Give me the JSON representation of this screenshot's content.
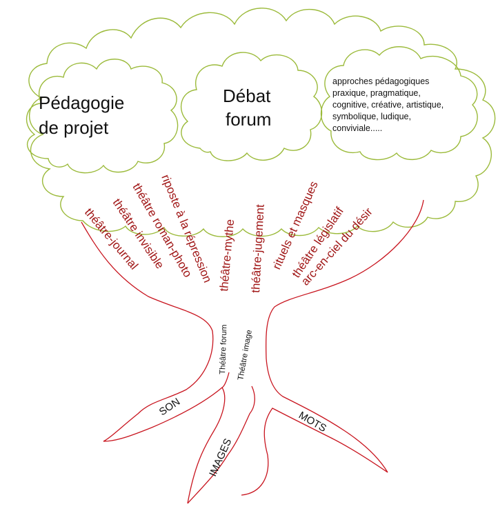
{
  "colors": {
    "canopy": "#9bba3a",
    "trunk": "#c8141e",
    "branch_text": "#a01616",
    "text": "#111111"
  },
  "canopy": {
    "left": [
      "Pédagogie",
      "de projet"
    ],
    "center": [
      "Débat",
      "forum"
    ],
    "right": [
      "approches pédagogiques",
      "praxique, pragmatique,",
      "cognitive, créative, artistique,",
      "symbolique, ludique,",
      "conviviale....."
    ]
  },
  "branches": [
    "théâtre-journal",
    "théâtre invisible",
    "théâtre roman-photo",
    "riposte à la répression",
    "théâtre-mythe",
    "théâtre-jugement",
    "rituels et masques",
    "théâtre législatif",
    "arc-en-ciel du désir"
  ],
  "trunk": {
    "left": "Théâtre forum",
    "right": "Théâtre image"
  },
  "roots": {
    "left": "SON",
    "middle": "IMAGES",
    "right": "MOTS"
  }
}
